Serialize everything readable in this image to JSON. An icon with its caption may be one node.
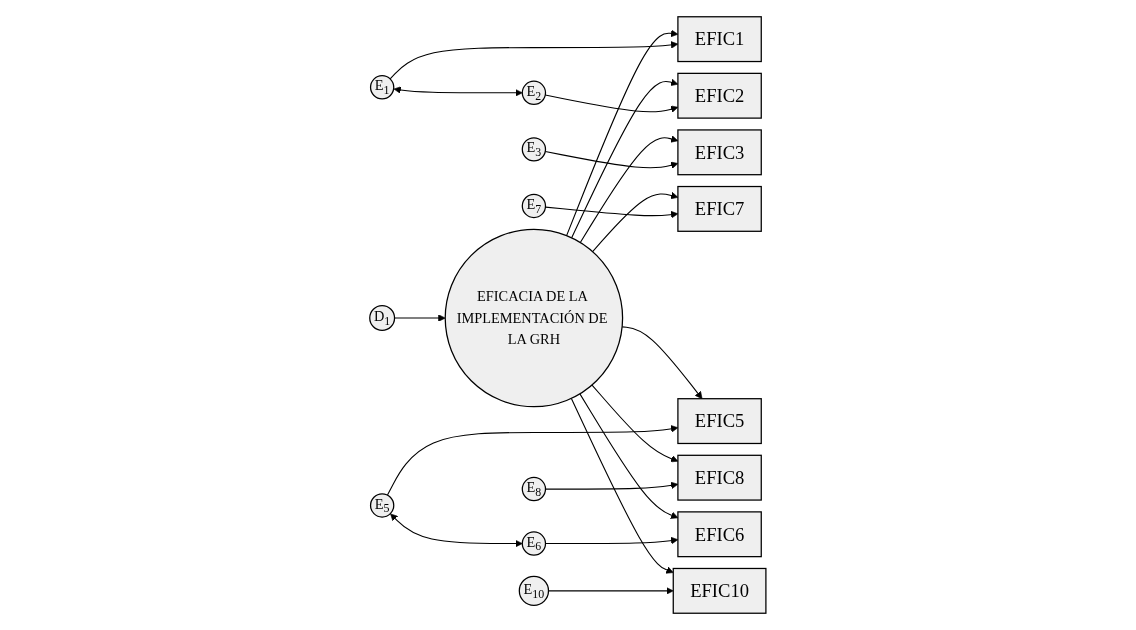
{
  "diagram": {
    "nodes": [
      {
        "text": [
          "E$_{1}$"
        ]
      },
      {
        "text": [
          "EFIC1"
        ]
      },
      {
        "text": [
          "E$_{2}$"
        ]
      },
      {
        "text": [
          "EFIC2"
        ]
      },
      {
        "text": [
          "D$_{1}$"
        ]
      },
      {
        "text": [
          "E$_{3}$"
        ]
      },
      {
        "text": [
          "EFIC3"
        ]
      },
      {
        "text": [
          "E$_{5}$"
        ]
      },
      {
        "text": [
          "EFIC5"
        ]
      },
      {
        "text": [
          "EFICACIA DE LA IMPLEMENTACIÓN DE LA GRH"
        ]
      },
      {
        "text": [
          "E$_{6}$"
        ]
      },
      {
        "text": [
          "EFIC6"
        ]
      },
      {
        "text": [
          "E$_{7}$"
        ]
      },
      {
        "text": [
          "EFIC7"
        ]
      },
      {
        "text": [
          "E$_{8}$"
        ]
      },
      {
        "text": [
          "EFIC8"
        ]
      },
      {
        "text": [
          "E$_{10}$"
        ]
      },
      {
        "text": [
          "EFIC10"
        ]
      }
    ],
    "edges": [
      {
        "from": 0,
        "to": 1,
        "arrow": "to"
      },
      {
        "from": 2,
        "to": 3,
        "arrow": "to"
      },
      {
        "from": 5,
        "to": 6,
        "arrow": "to"
      },
      {
        "from": 7,
        "to": 8,
        "arrow": "to"
      },
      {
        "from": 10,
        "to": 11,
        "arrow": "to"
      },
      {
        "from": 12,
        "to": 13,
        "arrow": "to"
      },
      {
        "from": 14,
        "to": 15,
        "arrow": "to"
      },
      {
        "from": 16,
        "to": 17,
        "arrow": "to"
      },
      {
        "from": 0,
        "to": 2,
        "arrow": "both"
      },
      {
        "from": 7,
        "to": 10,
        "arrow": "both"
      },
      {
        "from": 9,
        "to": 1,
        "arrow": "to"
      },
      {
        "from": 9,
        "to": 3,
        "arrow": "to"
      },
      {
        "from": 9,
        "to": 6,
        "arrow": "to"
      },
      {
        "from": 9,
        "to": 8,
        "arrow": "to"
      },
      {
        "from": 9,
        "to": 11,
        "arrow": "to"
      },
      {
        "from": 9,
        "to": 13,
        "arrow": "to"
      },
      {
        "from": 9,
        "to": 15,
        "arrow": "to"
      },
      {
        "from": 9,
        "to": 17,
        "arrow": "to"
      },
      {
        "from": 4,
        "to": 9,
        "arrow": "to"
      }
    ]
  }
}
